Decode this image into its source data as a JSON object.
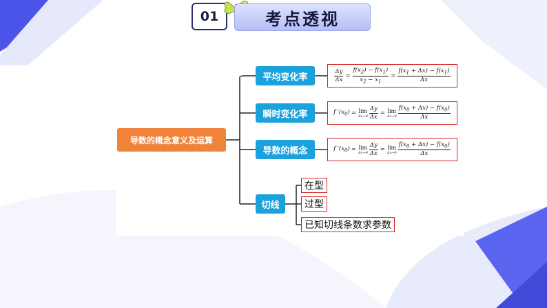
{
  "header": {
    "number": "01",
    "title": "考点透视"
  },
  "root": {
    "label": "导数的概念意义及运算"
  },
  "branches": [
    {
      "label": "平均变化率"
    },
    {
      "label": "瞬时变化率"
    },
    {
      "label": "导数的概念"
    },
    {
      "label": "切线"
    }
  ],
  "formulas": {
    "average_rate": "Δy/Δx = (f(x2) − f(x1))/(x2 − x1) = (f(x1 + Δx) − f(x1))/Δx",
    "instantaneous_rate": "f′(x0) = lim(Δx→0) Δy/Δx = lim(Δx→0) (f(x0 + Δx) − f(x0))/Δx",
    "derivative_concept": "f′(x0) = lim(Δx→0) Δy/Δx = lim(Δx→0) (f(x0 + Δx) − f(x0))/Δx"
  },
  "tangent_items": [
    {
      "label": "在型"
    },
    {
      "label": "过型"
    },
    {
      "label": "已知切线条数求参数"
    }
  ],
  "colors": {
    "root_fill": "#f0823a",
    "branch_fill": "#1ba1dc",
    "formula_border": "#d82020",
    "accent_blue": "#4650e8",
    "header_border": "#2b2f6b"
  }
}
